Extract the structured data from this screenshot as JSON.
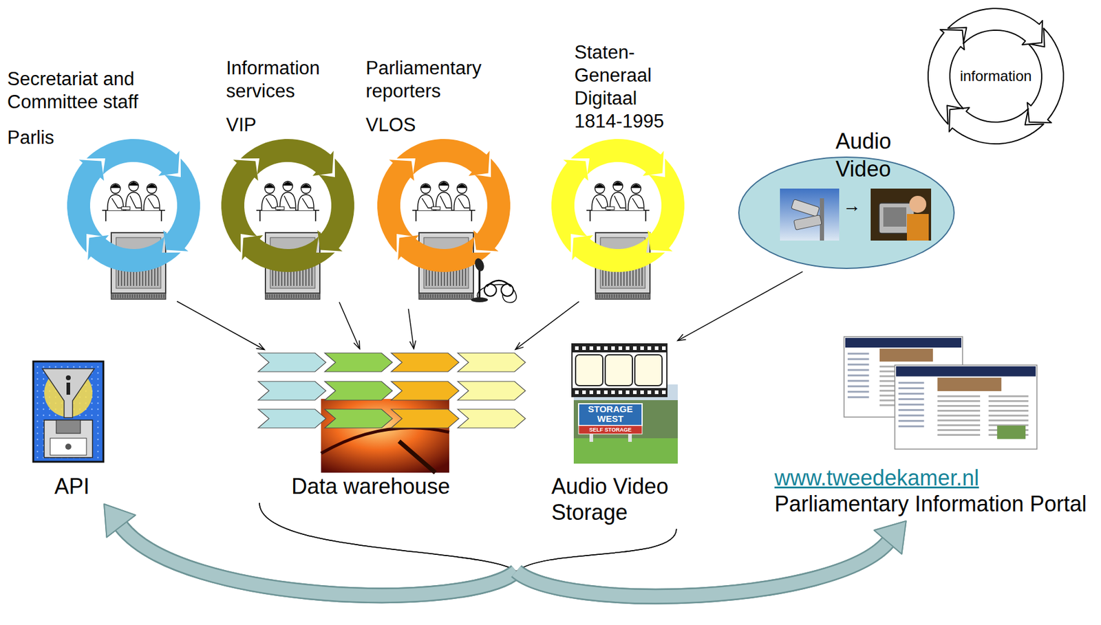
{
  "diagram": {
    "nodes": [
      {
        "text": [
          "Secretariat and Committee staff",
          "Parlis"
        ]
      },
      {
        "text": [
          "Information services",
          "VIP"
        ]
      },
      {
        "text": [
          "Parliamentary reporters",
          "VLOS"
        ]
      },
      {
        "text": [
          "Staten-Generaal Digitaal 1814-1995"
        ]
      },
      {
        "text": [
          "Audio Video"
        ]
      },
      {
        "text": [
          "information"
        ]
      },
      {
        "text": [
          "Data warehouse"
        ]
      },
      {
        "text": [
          "Audio Video Storage"
        ]
      },
      {
        "text": [
          "www.tweedekamer.nl",
          "Parliamentary Information Portal"
        ]
      },
      {
        "text": [
          "API"
        ]
      }
    ],
    "edges": [
      {
        "from": 0,
        "to": 6,
        "arrow": "to"
      },
      {
        "from": 1,
        "to": 6,
        "arrow": "to"
      },
      {
        "from": 2,
        "to": 6,
        "arrow": "to"
      },
      {
        "from": 3,
        "to": 6,
        "arrow": "to"
      },
      {
        "from": 4,
        "to": 7,
        "arrow": "to"
      },
      {
        "from": 6,
        "to": 9,
        "arrow": "to"
      },
      {
        "from": 6,
        "to": 8,
        "arrow": "to"
      },
      {
        "from": 7,
        "to": 9,
        "arrow": "to"
      },
      {
        "from": 7,
        "to": 8,
        "arrow": "to"
      }
    ],
    "labels": [
      "→",
      "STORAGE WEST",
      "SELF STORAGE"
    ]
  }
}
